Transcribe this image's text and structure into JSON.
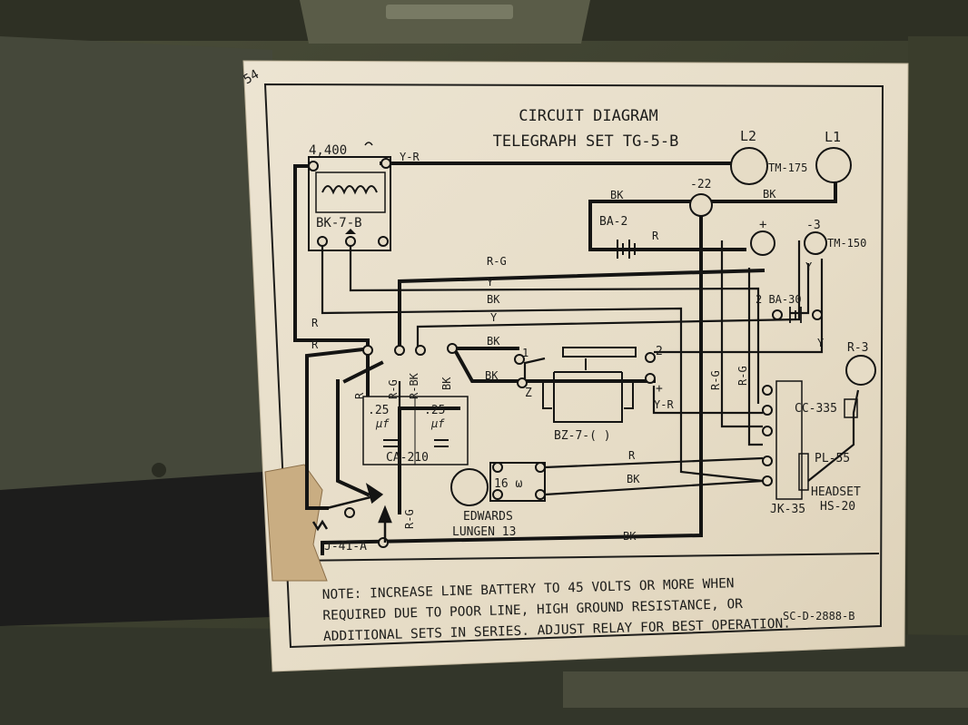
{
  "title": {
    "line1": "CIRCUIT DIAGRAM",
    "line2": "TELEGRAPH SET  TG-5-B"
  },
  "components": {
    "relay_value": "4,400",
    "relay_label": "BK-7-B",
    "l2": "L2",
    "l1": "L1",
    "tm175": "TM-175",
    "tm150": "TM-150",
    "t_22": "-22",
    "t_plus": "+",
    "t_3": "-3",
    "battery_ba2": "BA-2",
    "battery_ba30": "2 BA-30",
    "capacitor_val1": ".25",
    "capacitor_unit1": "μf",
    "capacitor_val2": ".25",
    "capacitor_unit2": "μf",
    "capacitor_label": "CA-210",
    "buzzer_label": "BZ-7-( )",
    "generator_ohms": "16 ω",
    "generator_label1": "EDWARDS",
    "generator_label2": "LUNGEN 13",
    "key_label": "J-41-A",
    "r3": "R-3",
    "cc335": "CC-335",
    "pl55": "PL-55",
    "headset1": "HEADSET",
    "headset2": "HS-20",
    "jk35": "JK-35",
    "n1": "1",
    "n2": "2",
    "z": "Z",
    "plus2": "+"
  },
  "wires": {
    "y_r_top": "Y-R",
    "bk_a": "BK",
    "bk_b": "BK",
    "r_bat": "R",
    "r_g_top": "R-G",
    "y_1": "Y",
    "bk_1": "BK",
    "y_2": "Y",
    "bk_2": "BK",
    "bk_3": "BK",
    "r_left1": "R",
    "r_left2": "R",
    "r_cap": "R",
    "r_g_cap": "R-G",
    "r_bk_cap": "R-BK",
    "bk_cap": "BK",
    "y_r_mid": "Y-R",
    "r_g_v1": "R-G",
    "r_g_v2": "R-G",
    "y_right": "Y",
    "y_right2": "Y",
    "r_gen": "R",
    "bk_gen": "BK",
    "bk_bottom": "BK",
    "r_g_key": "R-G"
  },
  "note": {
    "line1": "NOTE: INCREASE  LINE BATTERY  TO  45 VOLTS  OR MORE WHEN",
    "line2": "REQUIRED  DUE TO  POOR LINE,  HIGH GROUND  RESISTANCE,  OR",
    "line3": "ADDITIONAL SETS IN SERIES.   ADJUST RELAY FOR BEST OPERATION."
  },
  "drawing_number": "SC-D-2888-B",
  "corner_mark": "54"
}
